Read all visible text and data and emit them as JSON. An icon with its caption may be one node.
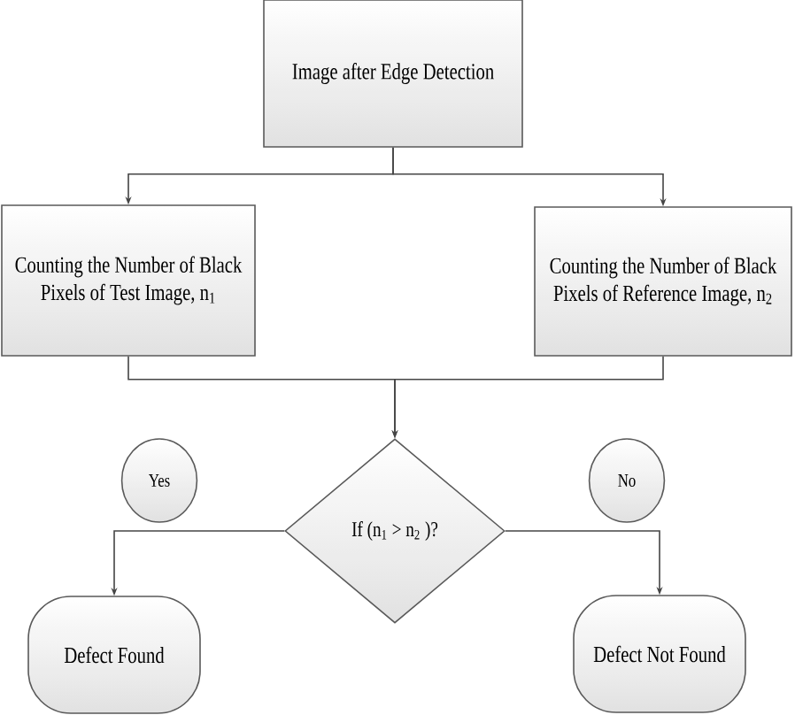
{
  "diagram": {
    "nodes": [
      {
        "text": [
          "Image after Edge Detection"
        ]
      },
      {
        "text": [
          "Counting the Number of Black Pixels of Test Image, n$_{1}$"
        ]
      },
      {
        "text": [
          "Counting the Number of Black Pixels of Reference Image, n$_{2}$"
        ]
      },
      {
        "text": [
          "Yes"
        ]
      },
      {
        "text": [
          "If (n$_{1}$ > n$_{2}$ )?"
        ]
      },
      {
        "text": [
          "No"
        ]
      },
      {
        "text": [
          "Defect Found"
        ]
      },
      {
        "text": [
          "Defect Not Found"
        ]
      }
    ],
    "edges": [
      {
        "from": 0,
        "to": 1,
        "arrow": "to"
      },
      {
        "from": 0,
        "to": 2,
        "arrow": "to"
      },
      {
        "from": 1,
        "to": 4,
        "arrow": "to"
      },
      {
        "from": 2,
        "to": 4,
        "arrow": "to"
      },
      {
        "from": 4,
        "to": 6,
        "arrow": "to"
      },
      {
        "from": 4,
        "to": 7,
        "arrow": "to"
      }
    ]
  }
}
